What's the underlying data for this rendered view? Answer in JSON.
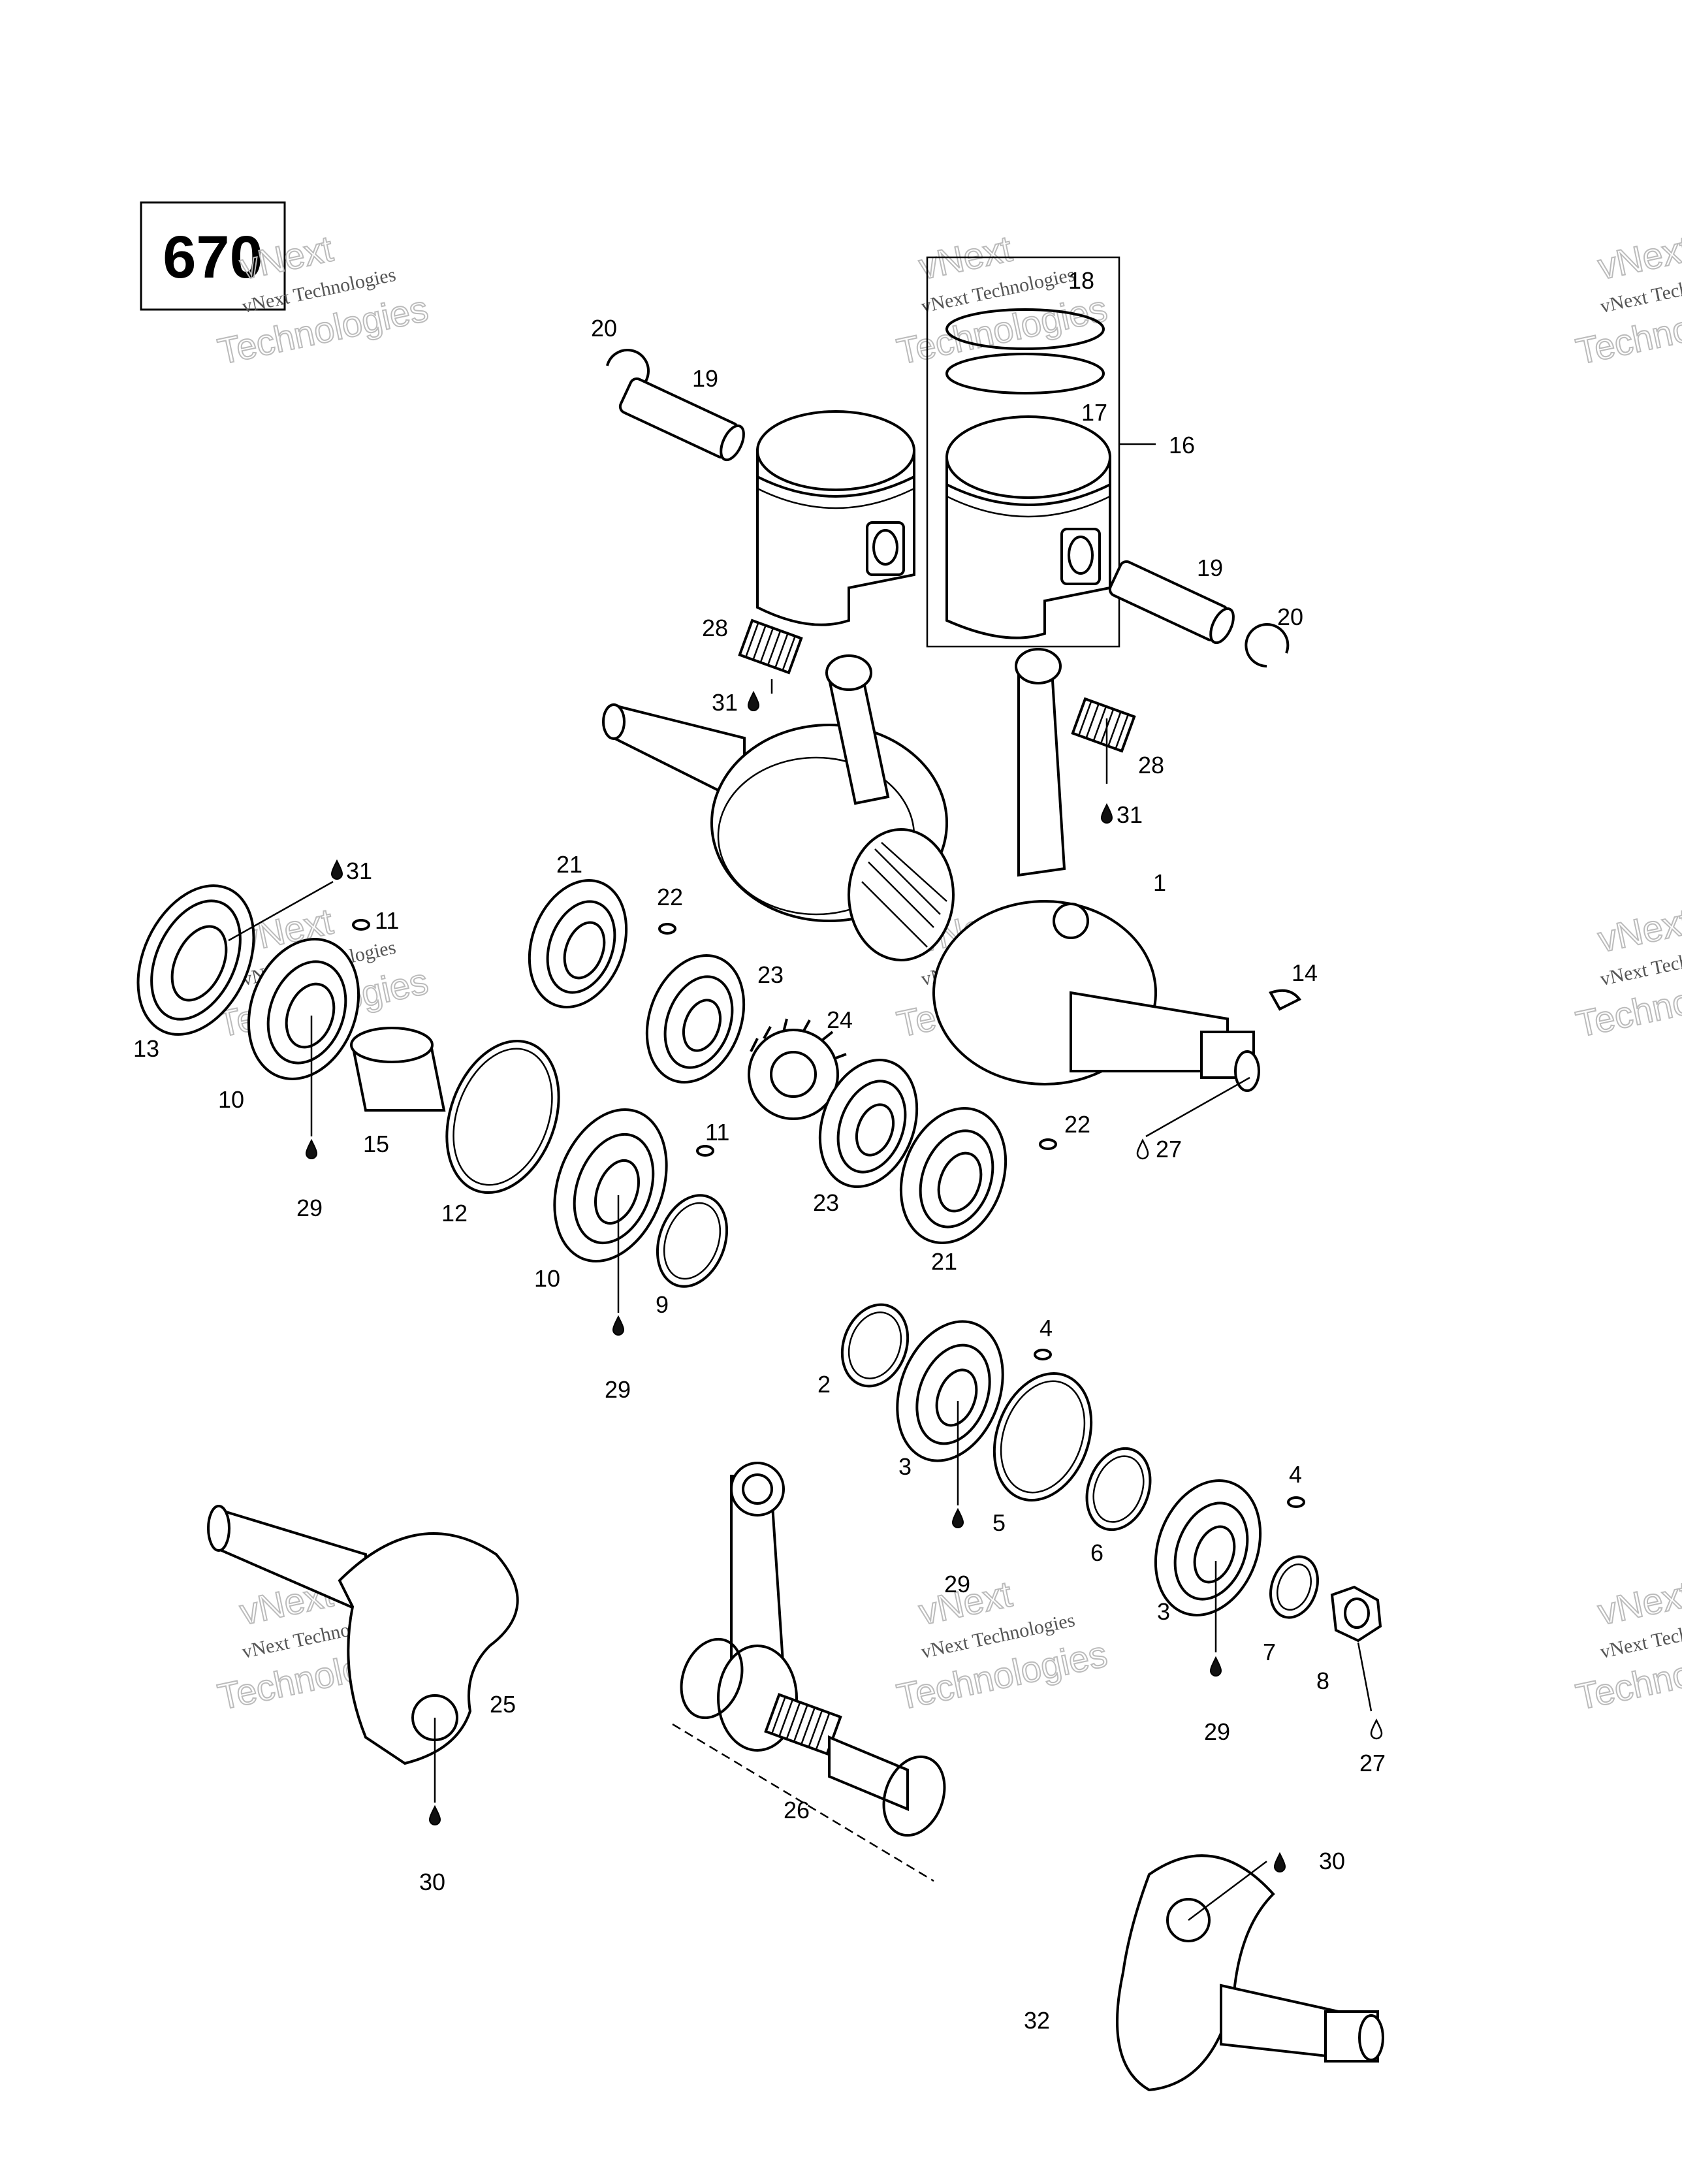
{
  "model_number": "670",
  "watermark": {
    "line1": "vNext",
    "line2": "vNext Technologies",
    "line3": "Technologies"
  },
  "callouts": [
    {
      "id": "c20a",
      "text": "20"
    },
    {
      "id": "c19a",
      "text": "19"
    },
    {
      "id": "c18",
      "text": "18"
    },
    {
      "id": "c17",
      "text": "17"
    },
    {
      "id": "c16",
      "text": "16"
    },
    {
      "id": "c19b",
      "text": "19"
    },
    {
      "id": "c20b",
      "text": "20"
    },
    {
      "id": "c28a",
      "text": "28"
    },
    {
      "id": "c31a",
      "text": "31"
    },
    {
      "id": "c28b",
      "text": "28"
    },
    {
      "id": "c31b",
      "text": "31"
    },
    {
      "id": "c1",
      "text": "1"
    },
    {
      "id": "c31c",
      "text": "31"
    },
    {
      "id": "c11a",
      "text": "11"
    },
    {
      "id": "c21a",
      "text": "21"
    },
    {
      "id": "c22a",
      "text": "22"
    },
    {
      "id": "c23a",
      "text": "23"
    },
    {
      "id": "c24",
      "text": "24"
    },
    {
      "id": "c14",
      "text": "14"
    },
    {
      "id": "c13",
      "text": "13"
    },
    {
      "id": "c10a",
      "text": "10"
    },
    {
      "id": "c15",
      "text": "15"
    },
    {
      "id": "c29a",
      "text": "29"
    },
    {
      "id": "c12",
      "text": "12"
    },
    {
      "id": "c11b",
      "text": "11"
    },
    {
      "id": "c10b",
      "text": "10"
    },
    {
      "id": "c9",
      "text": "9"
    },
    {
      "id": "c23b",
      "text": "23"
    },
    {
      "id": "c22b",
      "text": "22"
    },
    {
      "id": "c21b",
      "text": "21"
    },
    {
      "id": "c27a",
      "text": "27"
    },
    {
      "id": "c29b",
      "text": "29"
    },
    {
      "id": "c4a",
      "text": "4"
    },
    {
      "id": "c2",
      "text": "2"
    },
    {
      "id": "c3a",
      "text": "3"
    },
    {
      "id": "c5",
      "text": "5"
    },
    {
      "id": "c6",
      "text": "6"
    },
    {
      "id": "c29c",
      "text": "29"
    },
    {
      "id": "c4b",
      "text": "4"
    },
    {
      "id": "c3b",
      "text": "3"
    },
    {
      "id": "c7",
      "text": "7"
    },
    {
      "id": "c8",
      "text": "8"
    },
    {
      "id": "c29d",
      "text": "29"
    },
    {
      "id": "c27b",
      "text": "27"
    },
    {
      "id": "c25",
      "text": "25"
    },
    {
      "id": "c30a",
      "text": "30"
    },
    {
      "id": "c26",
      "text": "26"
    },
    {
      "id": "c30b",
      "text": "30"
    },
    {
      "id": "c32",
      "text": "32"
    }
  ]
}
